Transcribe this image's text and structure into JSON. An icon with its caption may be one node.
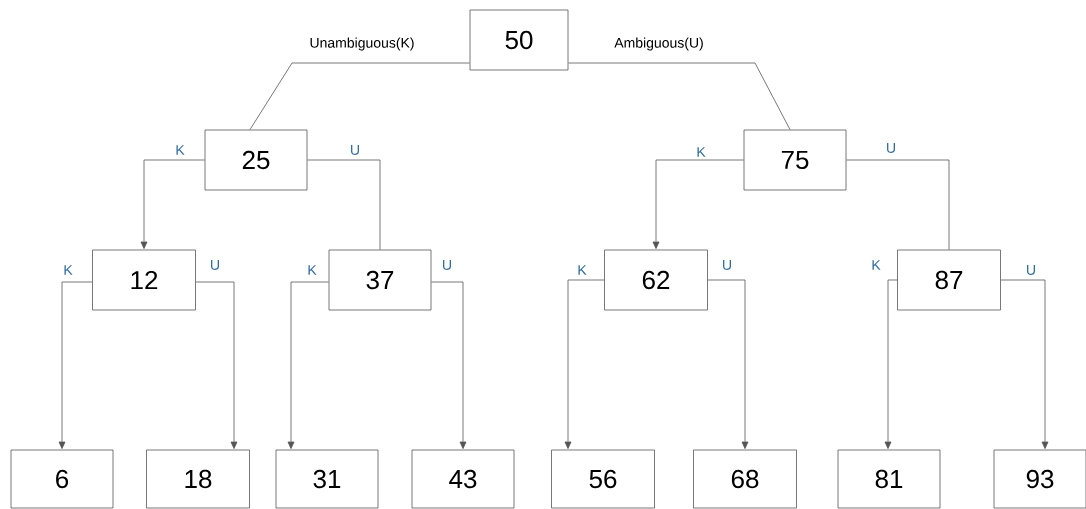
{
  "diagram": {
    "nodes": [
      {
        "text": [
          "50"
        ]
      },
      {
        "text": [
          "25"
        ]
      },
      {
        "text": [
          "75"
        ]
      },
      {
        "text": [
          "12"
        ]
      },
      {
        "text": [
          "37"
        ]
      },
      {
        "text": [
          "62"
        ]
      },
      {
        "text": [
          "87"
        ]
      },
      {
        "text": [
          "6"
        ]
      },
      {
        "text": [
          "18"
        ]
      },
      {
        "text": [
          "31"
        ]
      },
      {
        "text": [
          "43"
        ]
      },
      {
        "text": [
          "56"
        ]
      },
      {
        "text": [
          "68"
        ]
      },
      {
        "text": [
          "81"
        ]
      },
      {
        "text": [
          "93"
        ]
      }
    ],
    "edges": [
      {
        "from": 0,
        "to": 1,
        "arrow": "none",
        "label": "Unambiguous(K)"
      },
      {
        "from": 0,
        "to": 2,
        "arrow": "none",
        "label": "Ambiguous(U)"
      },
      {
        "from": 1,
        "to": 3,
        "arrow": "to",
        "label": "K"
      },
      {
        "from": 1,
        "to": 4,
        "arrow": "none",
        "label": "U"
      },
      {
        "from": 2,
        "to": 5,
        "arrow": "to",
        "label": "K"
      },
      {
        "from": 2,
        "to": 6,
        "arrow": "none",
        "label": "U"
      },
      {
        "from": 3,
        "to": 7,
        "arrow": "to",
        "label": "K"
      },
      {
        "from": 3,
        "to": 8,
        "arrow": "to",
        "label": "U"
      },
      {
        "from": 4,
        "to": 9,
        "arrow": "to",
        "label": "K"
      },
      {
        "from": 4,
        "to": 10,
        "arrow": "to",
        "label": "U"
      },
      {
        "from": 5,
        "to": 11,
        "arrow": "to",
        "label": "K"
      },
      {
        "from": 5,
        "to": 12,
        "arrow": "to",
        "label": "U"
      },
      {
        "from": 6,
        "to": 13,
        "arrow": "to",
        "label": "K"
      },
      {
        "from": 6,
        "to": 14,
        "arrow": "to",
        "label": "U"
      }
    ]
  }
}
